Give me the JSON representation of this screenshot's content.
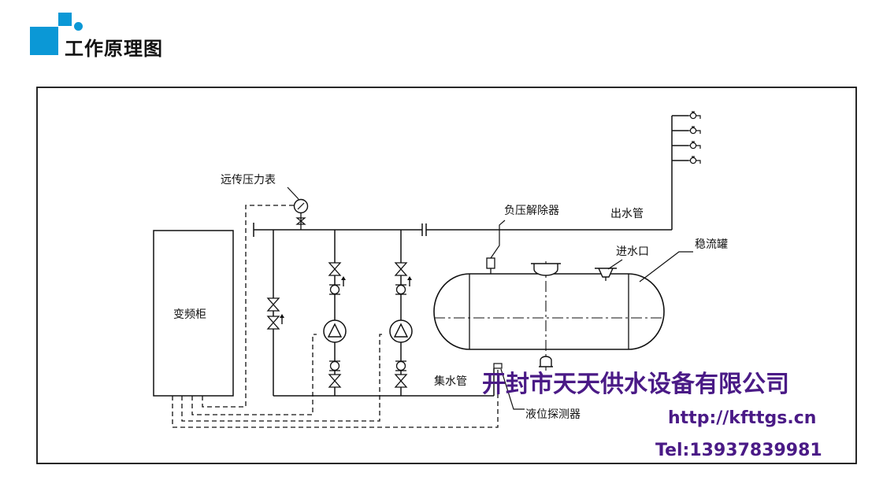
{
  "header": {
    "title": "工作原理图"
  },
  "diagram": {
    "labels": {
      "remote_gauge": "远传压力表",
      "vfd_cabinet": "变频柜",
      "negative_pressure_eliminator": "负压解除器",
      "outlet_pipe": "出水管",
      "inlet": "进水口",
      "stabilizer_tank": "稳流罐",
      "collector_pipe": "集水管",
      "level_probe": "液位探测器"
    }
  },
  "company": {
    "name": "开封市天天供水设备有限公司",
    "website": "http://kfttgs.cn",
    "tel": "Tel:13937839981",
    "text_color": "#4a1a86"
  },
  "colors": {
    "logo": "#0b98d6",
    "line": "#111111"
  },
  "icons": [
    "logo-square-icon",
    "pressure-gauge-icon",
    "pump-icon",
    "valve-icon",
    "check-valve-icon",
    "faucet-icon"
  ]
}
